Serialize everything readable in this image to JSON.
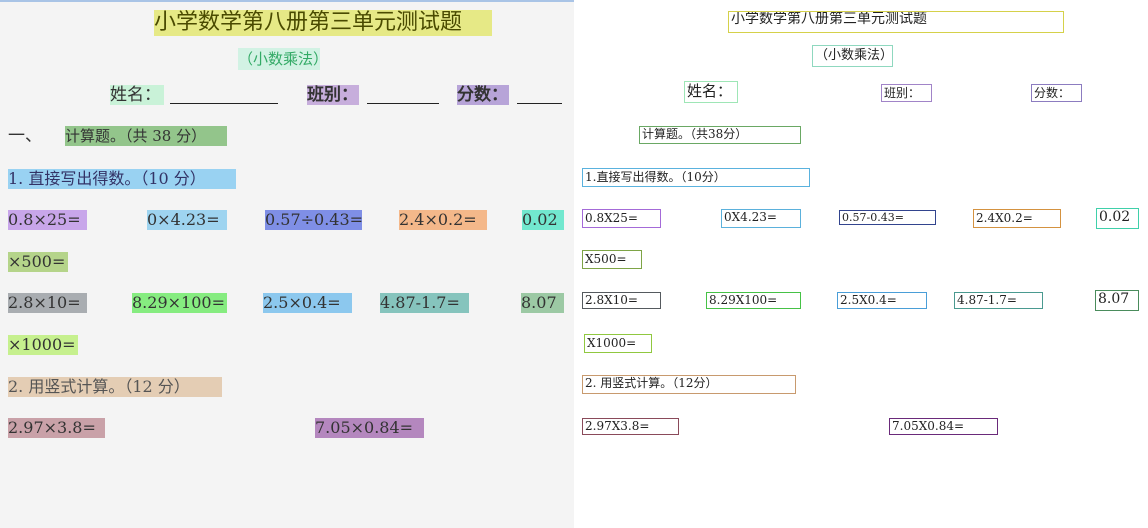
{
  "title": "小学数学第八册第三单元测试题",
  "subtitle": "（小数乘法）",
  "info": {
    "name_label": "姓名：",
    "class_label": "班别：",
    "score_label": "分数："
  },
  "section1": {
    "index": "一、",
    "heading": "计算题。（共 38 分）"
  },
  "part1": {
    "heading": "1. 直接写出得数。（10 分）",
    "row1": [
      "0.8×25=",
      "0×4.23=",
      "0.57÷0.43=",
      "2.4×0.2=",
      "0.02"
    ],
    "row1_tail": "×500=",
    "row2": [
      "2.8×10=",
      "8.29×100=",
      "2.5×0.4=",
      "4.87-1.7=",
      "8.07"
    ],
    "row2_tail": "×1000="
  },
  "part2": {
    "heading": "2. 用竖式计算。（12 分）",
    "problems": [
      "2.97×3.8=",
      "7.05×0.84="
    ]
  },
  "ocr": {
    "title": "小学数学第八册第三单元测试题",
    "subtitle": "（小数乘法）",
    "name": "姓名：",
    "class": "班别：",
    "score": "分数：",
    "section": "计算题。（共38分）",
    "part1": "1.直接写出得数。（10分）",
    "row1": [
      "0.8X25=",
      "0X4.23=",
      "0.57-0.43=",
      "2.4X0.2=",
      "0.02"
    ],
    "row1_tail": "X500=",
    "row2": [
      "2.8X10=",
      "8.29X100=",
      "2.5X0.4=",
      "4.87-1.7=",
      "8.07"
    ],
    "row2_tail": "X1000=",
    "part2": "2. 用竖式计算。（12分）",
    "problems": [
      "2.97X3.8=",
      "7.05X0.84="
    ]
  }
}
